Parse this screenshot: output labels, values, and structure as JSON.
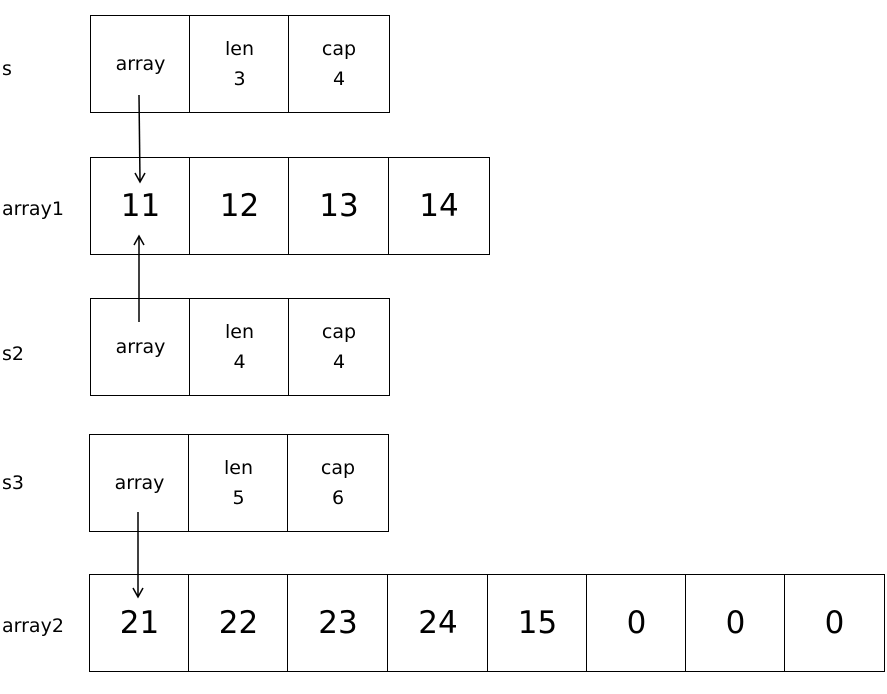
{
  "slices": [
    {
      "name": "s",
      "array_label": "array",
      "len_label": "len",
      "len": "3",
      "cap_label": "cap",
      "cap": "4"
    },
    {
      "name": "s2",
      "array_label": "array",
      "len_label": "len",
      "len": "4",
      "cap_label": "cap",
      "cap": "4"
    },
    {
      "name": "s3",
      "array_label": "array",
      "len_label": "len",
      "len": "5",
      "cap_label": "cap",
      "cap": "6"
    }
  ],
  "arrays": [
    {
      "name": "array1",
      "values": [
        "11",
        "12",
        "13",
        "14"
      ]
    },
    {
      "name": "array2",
      "values": [
        "21",
        "22",
        "23",
        "24",
        "15",
        "0",
        "0",
        "0"
      ]
    }
  ],
  "pointers": [
    {
      "from": "s",
      "to": "array1[0]"
    },
    {
      "from": "s2",
      "to": "array1[0]"
    },
    {
      "from": "s3",
      "to": "array2[0]"
    }
  ]
}
